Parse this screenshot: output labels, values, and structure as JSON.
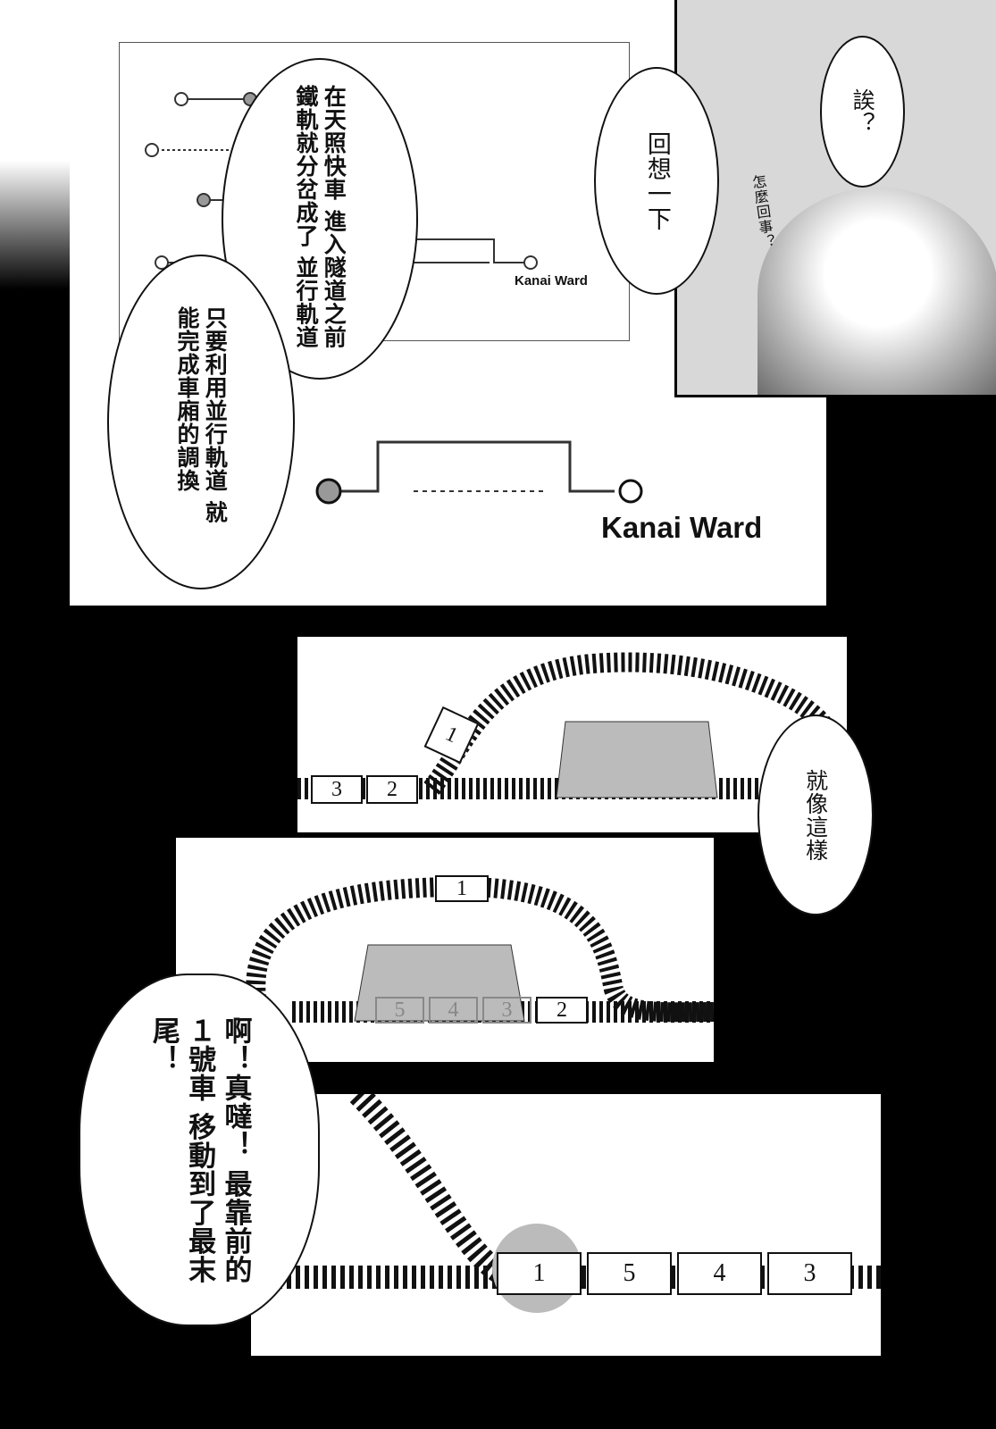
{
  "panel1": {
    "bubble_tunnel": "在天照快車 進入隧道之前 鐵軌就分岔成了 並行軌道",
    "bubble_swap": "只要利用並行軌道 就能完成車廂的調換",
    "map_label_small": "Kanai Ward",
    "map_label_large": "Kanai Ward"
  },
  "panel_character": {
    "bubble_recall": "回想一下",
    "bubble_huh": "誒？",
    "mutter": "怎麼回事？"
  },
  "panel2": {
    "cars": [
      "3",
      "2",
      "1"
    ],
    "bubble": "就像這樣"
  },
  "panel3": {
    "cars": [
      "1",
      "5",
      "4",
      "3",
      "2"
    ]
  },
  "panel4": {
    "cars": [
      "1",
      "5",
      "4",
      "3"
    ],
    "bubble": "啊！真噠！ 最靠前的１號車 移動到了最末尾！"
  }
}
